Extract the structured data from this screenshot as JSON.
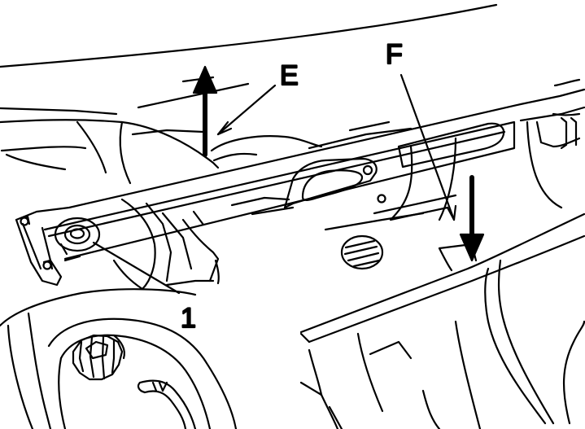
{
  "callouts": {
    "e": "E",
    "f": "F",
    "one": "1"
  },
  "colors": {
    "ink": "#000000",
    "paper": "#ffffff"
  }
}
